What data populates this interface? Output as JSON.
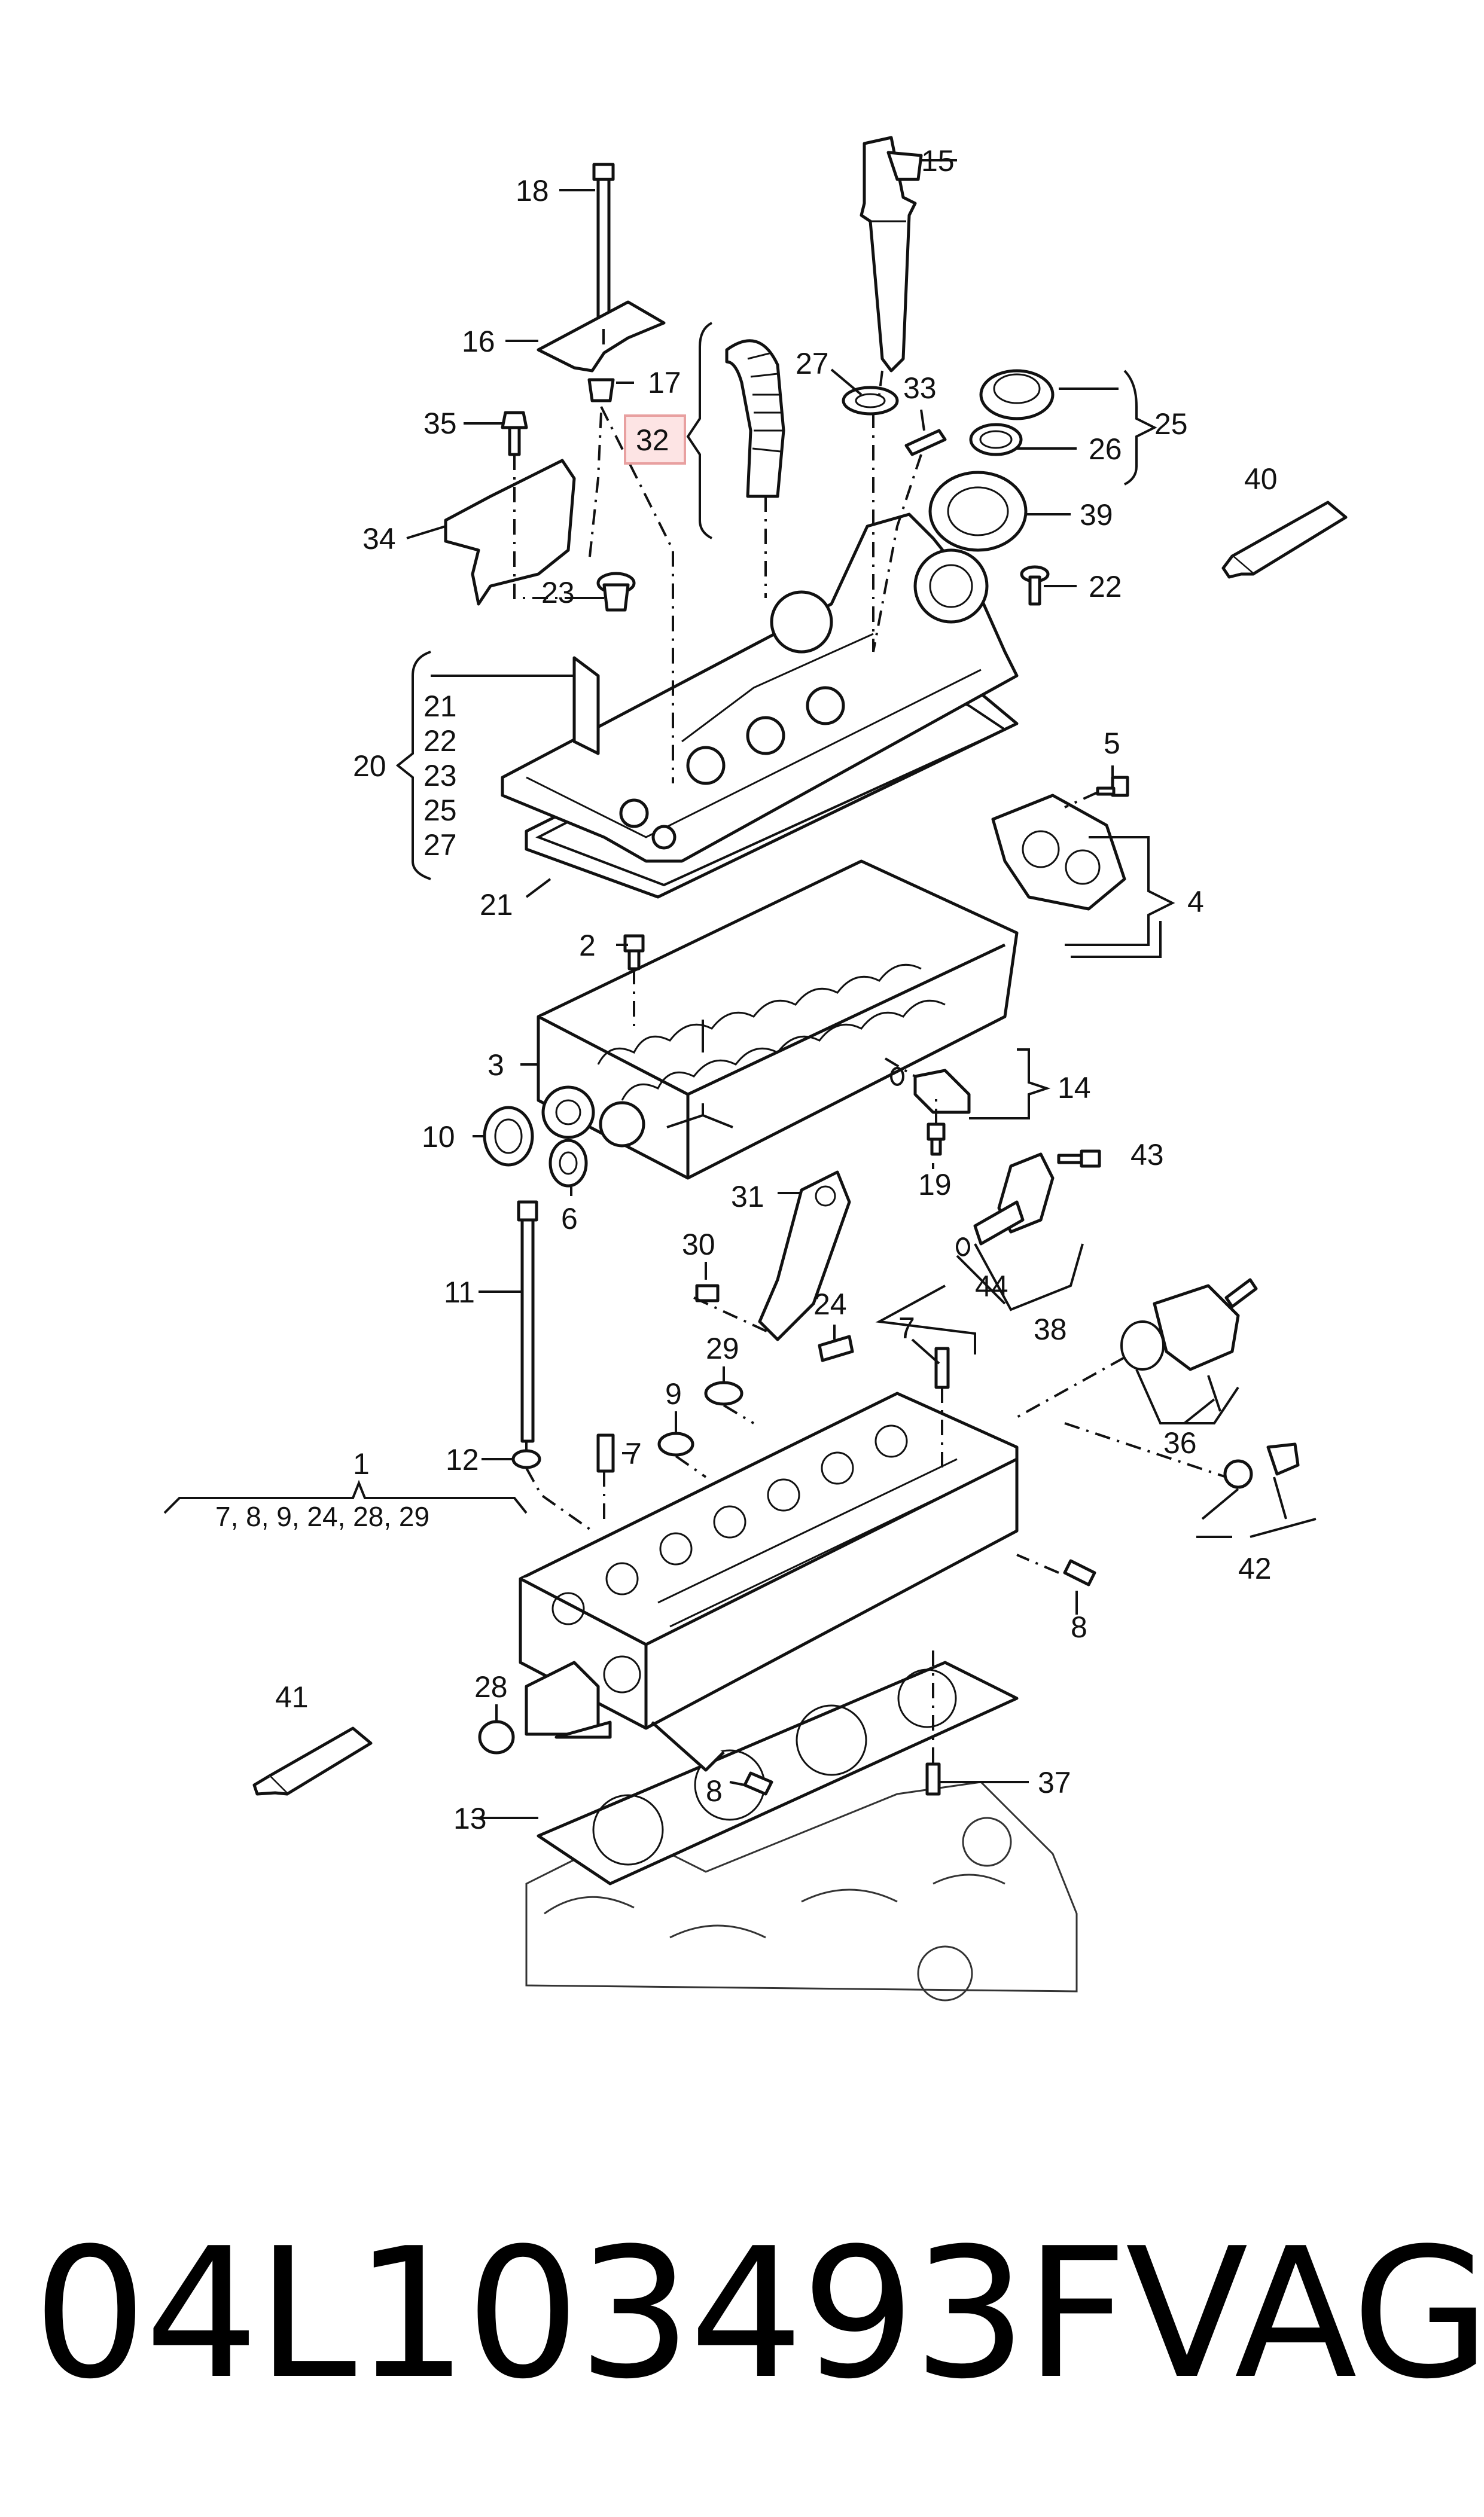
{
  "callouts": {
    "c1": "1",
    "c1_sub": "7, 8, 9, 24, 28, 29",
    "c2": "2",
    "c3": "3",
    "c4": "4",
    "c5": "5",
    "c6": "6",
    "c7a": "7",
    "c7b": "7",
    "c8a": "8",
    "c8b": "8",
    "c9": "9",
    "c10": "10",
    "c11": "11",
    "c12": "12",
    "c13": "13",
    "c14": "14",
    "c15": "15",
    "c16": "16",
    "c17": "17",
    "c18": "18",
    "c19": "19",
    "c20": "20",
    "c20_list": [
      "21",
      "22",
      "23",
      "25",
      "27"
    ],
    "c21": "21",
    "c22": "22",
    "c23": "23",
    "c24": "24",
    "c25": "25",
    "c26": "26",
    "c27": "27",
    "c28": "28",
    "c29": "29",
    "c30": "30",
    "c31": "31",
    "c32": "32",
    "c33": "33",
    "c34": "34",
    "c35": "35",
    "c36": "36",
    "c37": "37",
    "c38": "38",
    "c39": "39",
    "c40": "40",
    "c41": "41",
    "c42": "42",
    "c43": "43",
    "c44": "44"
  },
  "highlight": {
    "part": "32",
    "color": "#e8a0a0",
    "fill": "#fde4e4"
  },
  "footer": {
    "part_number": "04L103493F",
    "brand": "VAG"
  }
}
